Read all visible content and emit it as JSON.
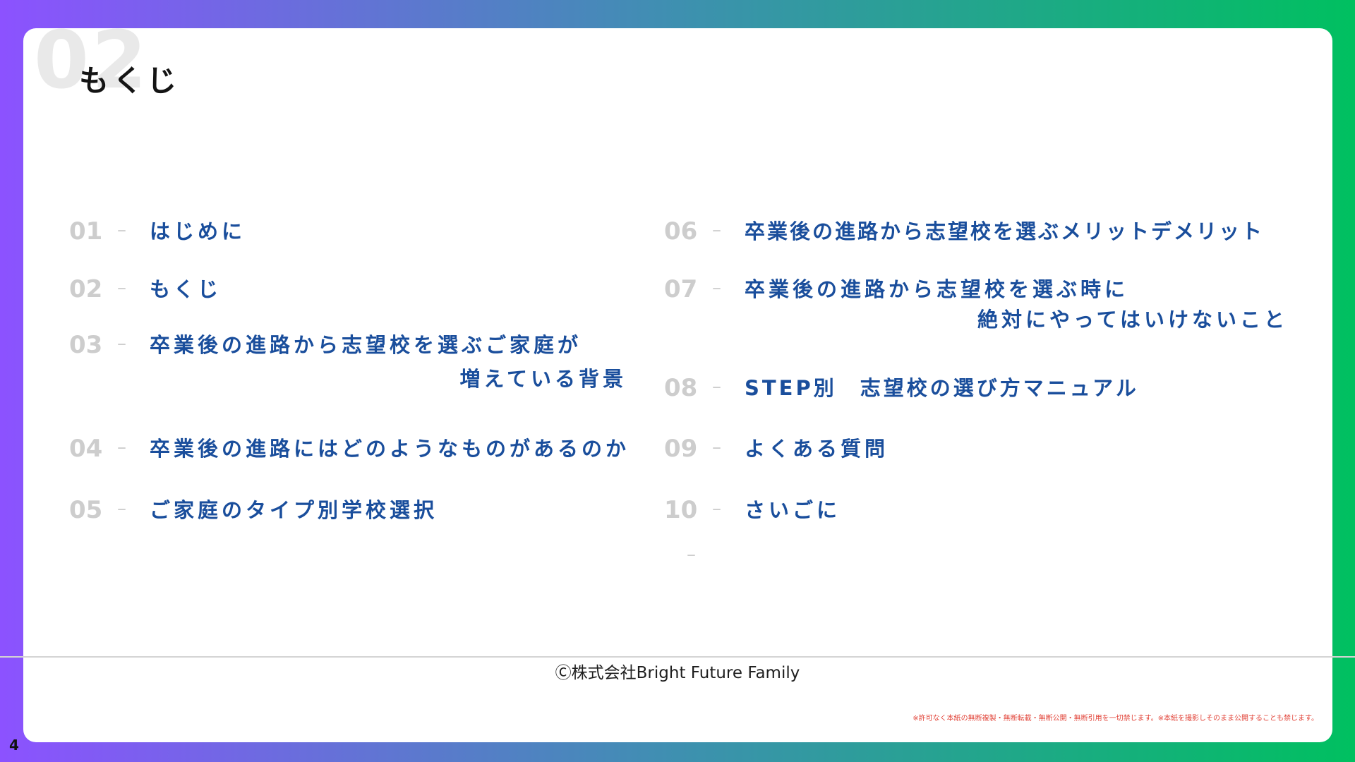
{
  "colors": {
    "gradient_left": "#8c52ff",
    "gradient_right": "#00c060",
    "label_blue": "#1a4e9c",
    "number_gray": "#cdcdcd",
    "notice_red": "#e2453a"
  },
  "header": {
    "watermark_number": "02",
    "title": "もくじ"
  },
  "toc": {
    "left": [
      {
        "num": "01",
        "dash": "–",
        "label": "はじめに"
      },
      {
        "num": "02",
        "dash": "–",
        "label": "もくじ"
      },
      {
        "num": "03",
        "dash": "–",
        "label": "卒業後の進路から志望校を選ぶご家庭が",
        "label2": "増えている背景"
      },
      {
        "num": "04",
        "dash": "–",
        "label": "卒業後の進路にはどのようなものがあるのか"
      },
      {
        "num": "05",
        "dash": "–",
        "label": "ご家庭のタイプ別学校選択"
      }
    ],
    "right": [
      {
        "num": "06",
        "dash": "–",
        "label": "卒業後の進路から志望校を選ぶメリットデメリット"
      },
      {
        "num": "07",
        "dash": "–",
        "label": "卒業後の進路から志望校を選ぶ時に",
        "label2": "絶対にやってはいけないこと"
      },
      {
        "num": "08",
        "dash": "–",
        "label": "STEP別　志望校の選び方マニュアル"
      },
      {
        "num": "09",
        "dash": "–",
        "label": "よくある質問"
      },
      {
        "num": "10",
        "dash": "–",
        "label": "さいごに"
      }
    ],
    "stray_dash": "–"
  },
  "footer": {
    "copyright": "Ⓒ株式会社Bright Future Family",
    "notice": "※許可なく本紙の無断複製・無断転載・無断公開・無断引用を一切禁じます。※本紙を撮影しそのまま公開することも禁じます。",
    "page_number": "4"
  }
}
